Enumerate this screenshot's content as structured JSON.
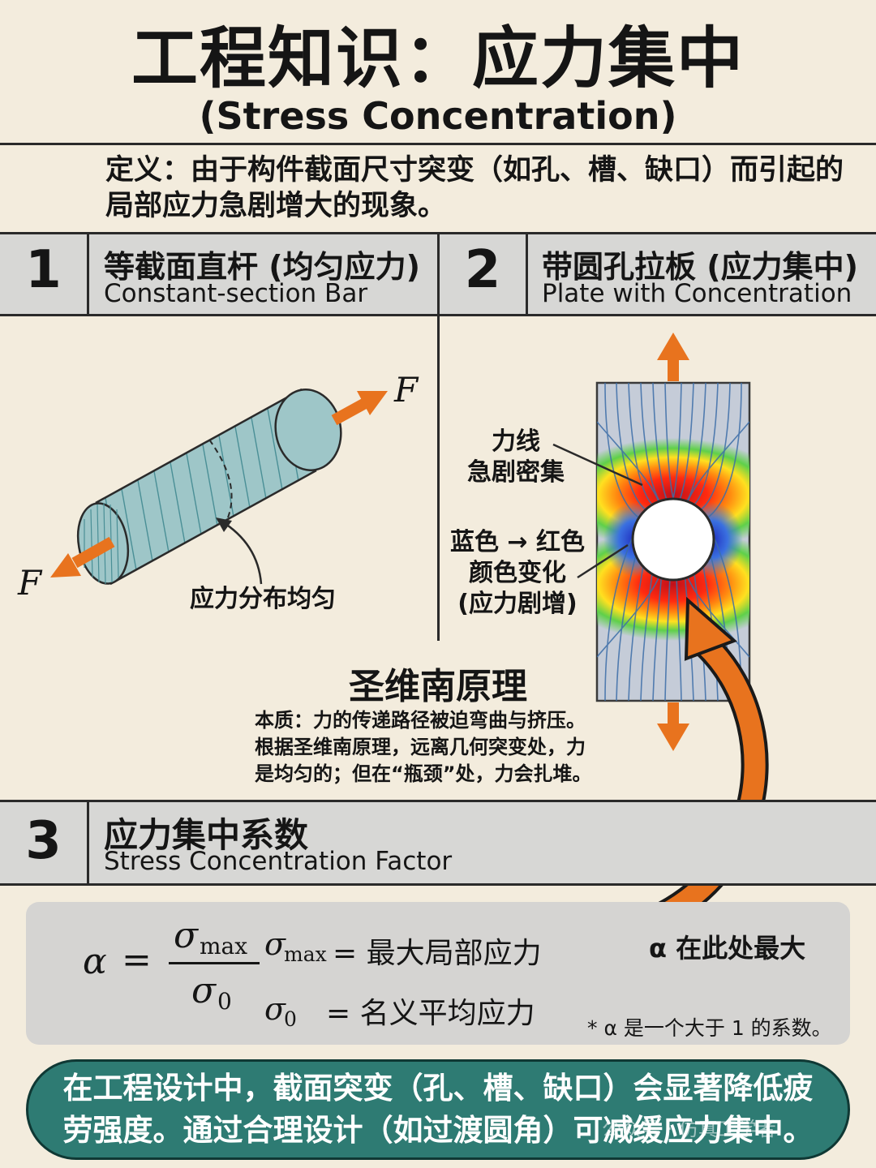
{
  "header": {
    "title": "工程知识：应力集中",
    "subtitle": "(Stress Concentration)"
  },
  "definition": "定义：由于构件截面尺寸突变（如孔、槽、缺口）而引起的局部应力急剧增大的现象。",
  "sections": [
    {
      "number": "1",
      "title_zh": "等截面直杆 (均匀应力)",
      "title_en": "Constant-section Bar"
    },
    {
      "number": "2",
      "title_zh": "带圆孔拉板 (应力集中)",
      "title_en": "Plate with Concentration"
    },
    {
      "number": "3",
      "title_zh": "应力集中系数",
      "title_en": "Stress Concentration Factor"
    }
  ],
  "bar_diagram": {
    "force_label": "F",
    "annotation": "应力分布均匀"
  },
  "plate_diagram": {
    "label_lines_dense": [
      "力线",
      "急剧密集"
    ],
    "label_color_change": [
      "蓝色 → 红色",
      "颜色变化",
      "(应力剧增)"
    ]
  },
  "saint_venant": {
    "title": "圣维南原理",
    "lines": [
      "本质：力的传递路径被迫弯曲与挤压。",
      "根据圣维南原理，远离几何突变处，力",
      "是均匀的；但在“瓶颈”处，力会扎堆。"
    ]
  },
  "formula": {
    "alpha": "α",
    "equals": "=",
    "sigma": "σ",
    "max_sub": "max",
    "zero_sub": "0",
    "def_max": "= 最大局部应力",
    "def_nominal": "= 名义平均应力",
    "max_location_note": "α 在此处最大",
    "footnote": "* α 是一个大于 1 的系数。"
  },
  "banner": {
    "text": "在工程设计中，截面突变（孔、槽、缺口）会显著降低疲劳强度。通过合理设计（如过渡圆角）可减缓应力集中。"
  },
  "watermark": "公众号 · 仿真工学者",
  "colors": {
    "background": "#f3ecdd",
    "section_bar": "#d7d7d5",
    "arrow_orange": "#e8731e",
    "bar_fill": "#9ec6c8",
    "banner": "#2e7b73",
    "stress_high": "#e8141c",
    "stress_low": "#3b5fd6"
  }
}
